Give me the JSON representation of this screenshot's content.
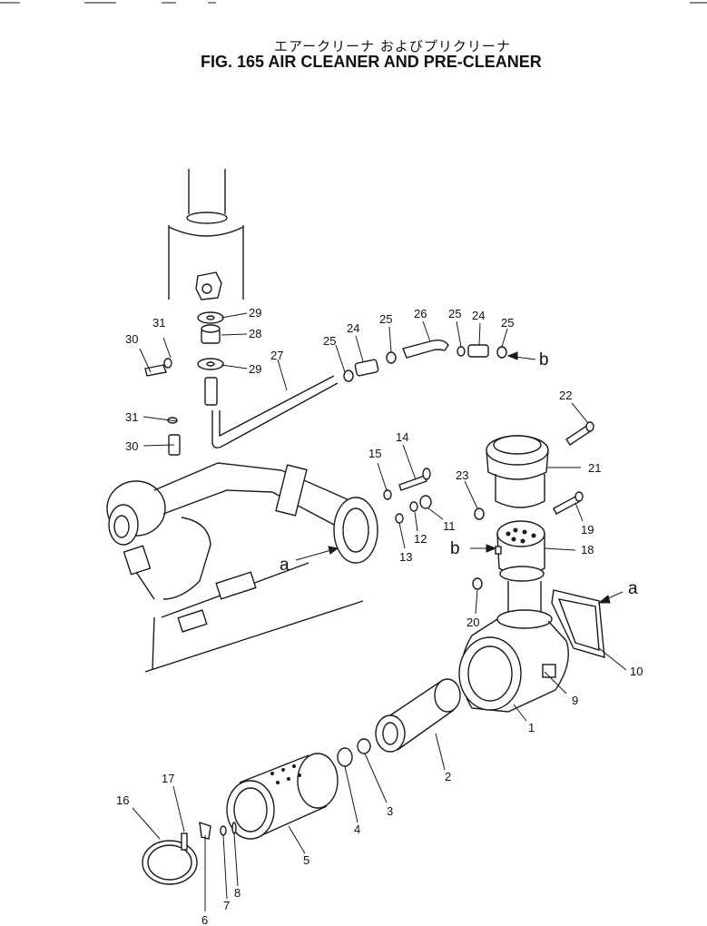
{
  "title": {
    "japanese": "エアークリーナ およびプリクリーナ",
    "english": "FIG. 165  AIR CLEANER AND PRE-CLEANER"
  },
  "callouts": [
    {
      "id": "c1",
      "text": "1"
    },
    {
      "id": "c2",
      "text": "2"
    },
    {
      "id": "c3",
      "text": "3"
    },
    {
      "id": "c4",
      "text": "4"
    },
    {
      "id": "c5",
      "text": "5"
    },
    {
      "id": "c6",
      "text": "6"
    },
    {
      "id": "c7",
      "text": "7"
    },
    {
      "id": "c8",
      "text": "8"
    },
    {
      "id": "c9",
      "text": "9"
    },
    {
      "id": "c10",
      "text": "10"
    },
    {
      "id": "c11",
      "text": "11"
    },
    {
      "id": "c12",
      "text": "12"
    },
    {
      "id": "c13",
      "text": "13"
    },
    {
      "id": "c14",
      "text": "14"
    },
    {
      "id": "c15",
      "text": "15"
    },
    {
      "id": "c16",
      "text": "16"
    },
    {
      "id": "c17",
      "text": "17"
    },
    {
      "id": "c18",
      "text": "18"
    },
    {
      "id": "c19",
      "text": "19"
    },
    {
      "id": "c20",
      "text": "20"
    },
    {
      "id": "c21",
      "text": "21"
    },
    {
      "id": "c22",
      "text": "22"
    },
    {
      "id": "c23",
      "text": "23"
    },
    {
      "id": "c24a",
      "text": "24"
    },
    {
      "id": "c24b",
      "text": "24"
    },
    {
      "id": "c25a",
      "text": "25"
    },
    {
      "id": "c25b",
      "text": "25"
    },
    {
      "id": "c25c",
      "text": "25"
    },
    {
      "id": "c25d",
      "text": "25"
    },
    {
      "id": "c26",
      "text": "26"
    },
    {
      "id": "c27",
      "text": "27"
    },
    {
      "id": "c28",
      "text": "28"
    },
    {
      "id": "c29a",
      "text": "29"
    },
    {
      "id": "c29b",
      "text": "29"
    },
    {
      "id": "c30a",
      "text": "30"
    },
    {
      "id": "c30b",
      "text": "30"
    },
    {
      "id": "c31a",
      "text": "31"
    },
    {
      "id": "c31b",
      "text": "31"
    }
  ],
  "references": [
    {
      "id": "ref-a-left",
      "text": "a"
    },
    {
      "id": "ref-a-right",
      "text": "a"
    },
    {
      "id": "ref-b-top",
      "text": "b"
    },
    {
      "id": "ref-b-mid",
      "text": "b"
    }
  ]
}
